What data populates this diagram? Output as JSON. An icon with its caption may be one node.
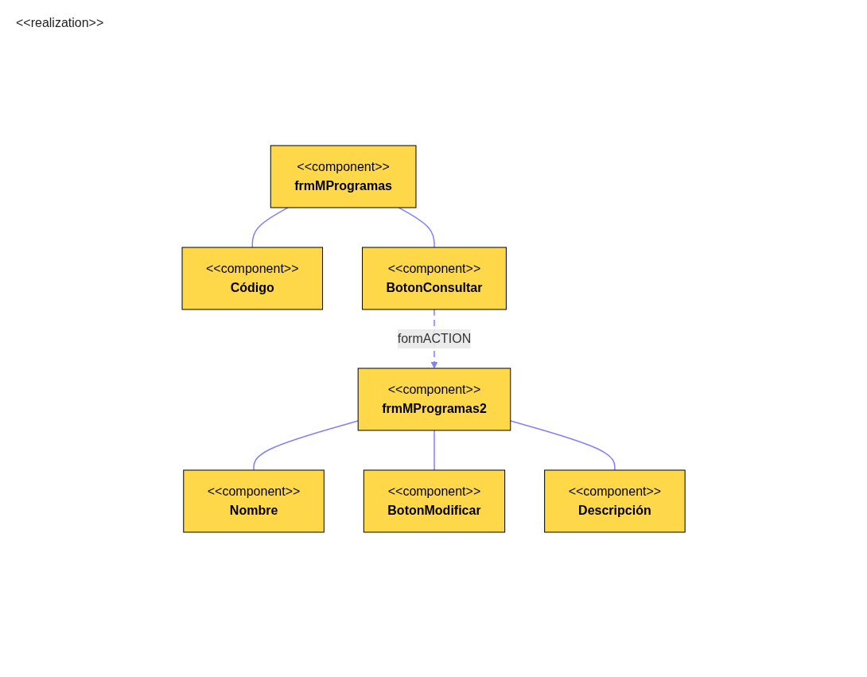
{
  "diagram": {
    "nodes": [
      {
        "text": [
          "<<component>>",
          "frmMProgramas"
        ]
      },
      {
        "text": [
          "<<component>>",
          "Código"
        ]
      },
      {
        "text": [
          "<<component>>",
          "BotonConsultar"
        ]
      },
      {
        "text": [
          "<<component>>",
          "frmMProgramas2"
        ]
      },
      {
        "text": [
          "<<component>>",
          "Nombre"
        ]
      },
      {
        "text": [
          "<<component>>",
          "BotonModificar"
        ]
      },
      {
        "text": [
          "<<component>>",
          "Descripción"
        ]
      }
    ],
    "edges": [
      {
        "from": 0,
        "to": 1,
        "arrow": "none"
      },
      {
        "from": 0,
        "to": 2,
        "arrow": "none"
      },
      {
        "from": 2,
        "to": 3,
        "arrow": "to",
        "style": "dashed",
        "label": "formACTION"
      },
      {
        "from": 3,
        "to": 4,
        "arrow": "none"
      },
      {
        "from": 3,
        "to": 5,
        "arrow": "none"
      },
      {
        "from": 3,
        "to": 6,
        "arrow": "none"
      }
    ],
    "labels": [
      "<<realization>>"
    ]
  }
}
